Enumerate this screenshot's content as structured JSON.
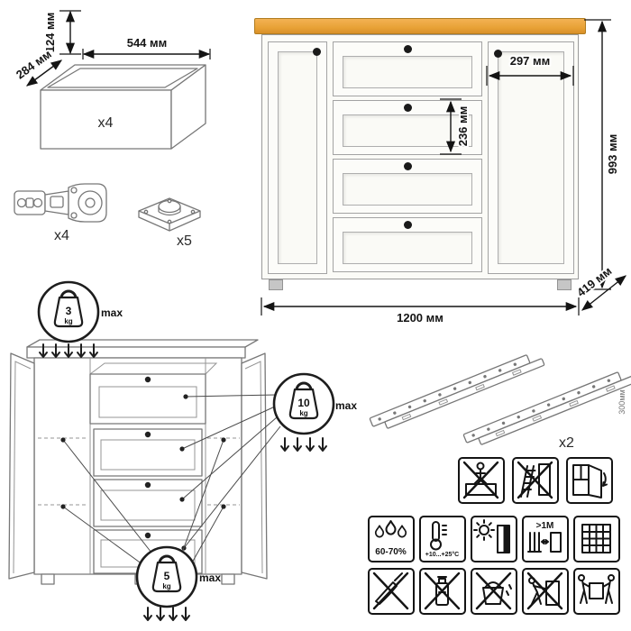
{
  "parts": {
    "drawer_box": {
      "height_label": "124 мм",
      "width_label": "544 мм",
      "depth_label": "284 мм",
      "count": "x4"
    },
    "hinge": {
      "count": "x4"
    },
    "leg": {
      "count": "x5"
    },
    "slides": {
      "count": "x2",
      "length_label": "300мм"
    }
  },
  "cabinet_dimensions": {
    "door_width": "297 мм",
    "drawer_front_height": "236 мм",
    "height": "993 мм",
    "width": "1200 мм",
    "depth": "419 мм"
  },
  "load_limits": {
    "top": {
      "value": "3",
      "unit": "kg",
      "label": "max"
    },
    "drawer": {
      "value": "10",
      "unit": "kg",
      "label": "max"
    },
    "shelf": {
      "value": "5",
      "unit": "kg",
      "label": "max"
    }
  },
  "care": {
    "humidity": "60-70%",
    "temperature": "+10...+25°C",
    "heat_distance": ">1M"
  },
  "colors": {
    "wood_top": "#ecaa42",
    "wood_edge": "#bf8428",
    "outline_gray": "#9a9a9a",
    "ink": "#141414"
  }
}
